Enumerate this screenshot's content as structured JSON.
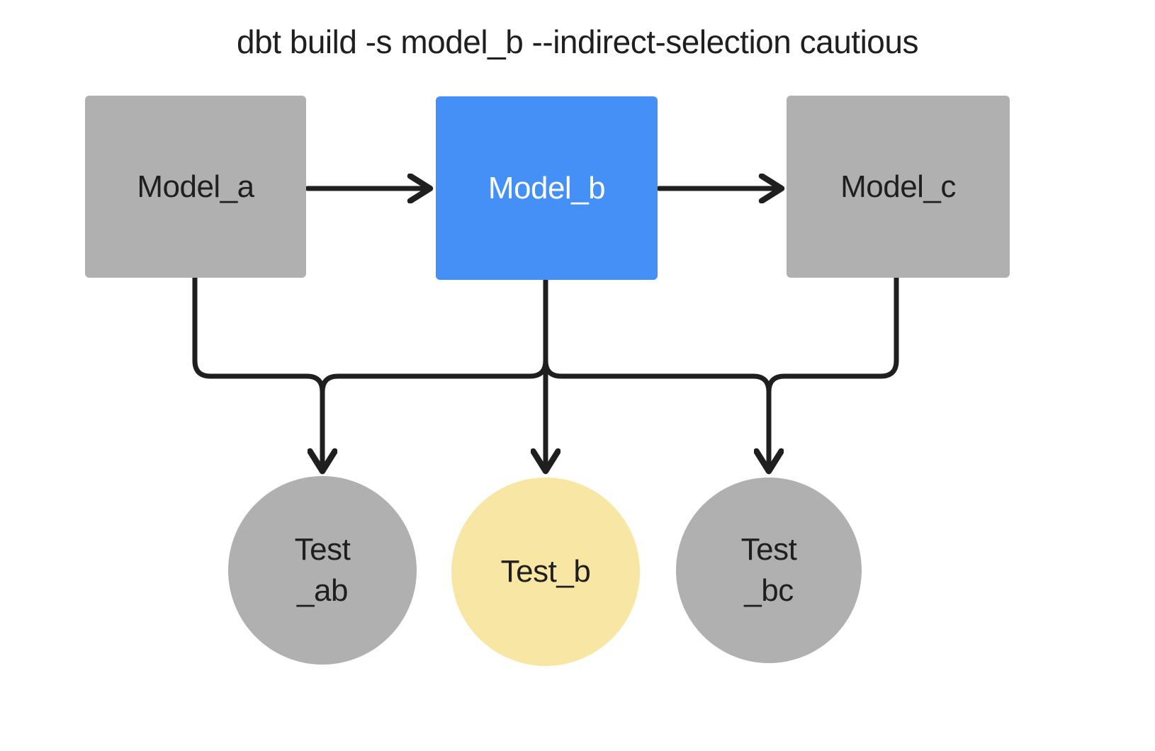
{
  "title": "dbt build -s model_b --indirect-selection cautious",
  "colors": {
    "canvas": "#ffffff",
    "gray_node": "#b0b0b0",
    "blue_node": "#4590f6",
    "yellow_node": "#f8e7a4",
    "line": "#1f1f1f",
    "text_dark": "#1f1f1f",
    "text_light": "#ffffff"
  },
  "nodes": {
    "model_a": {
      "label": "Model_a"
    },
    "model_b": {
      "label": "Model_b"
    },
    "model_c": {
      "label": "Model_c"
    },
    "test_ab": {
      "lines": [
        "Test",
        "_ab"
      ]
    },
    "test_b": {
      "label": "Test_b"
    },
    "test_bc": {
      "lines": [
        "Test",
        "_bc"
      ]
    }
  },
  "edges": [
    {
      "from": "model_a",
      "to": "model_b"
    },
    {
      "from": "model_b",
      "to": "model_c"
    },
    {
      "from": "model_a",
      "to": "test_ab"
    },
    {
      "from": "model_b",
      "to": "test_ab"
    },
    {
      "from": "model_b",
      "to": "test_b"
    },
    {
      "from": "model_b",
      "to": "test_bc"
    },
    {
      "from": "model_c",
      "to": "test_bc"
    }
  ]
}
